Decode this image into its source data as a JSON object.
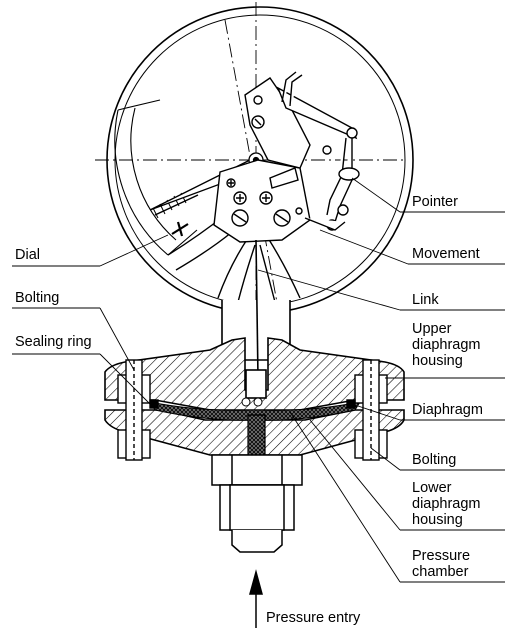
{
  "labels": {
    "pointer": "Pointer",
    "dial": "Dial",
    "movement": "Movement",
    "bolting_left": "Bolting",
    "link": "Link",
    "sealing_ring": "Sealing ring",
    "upper_housing": "Upper\ndiaphragm\nhousing",
    "diaphragm": "Diaphragm",
    "bolting_right": "Bolting",
    "lower_housing": "Lower\ndiaphragm\nhousing",
    "pressure_chamber": "Pressure\nchamber",
    "pressure_entry": "Pressure entry"
  }
}
